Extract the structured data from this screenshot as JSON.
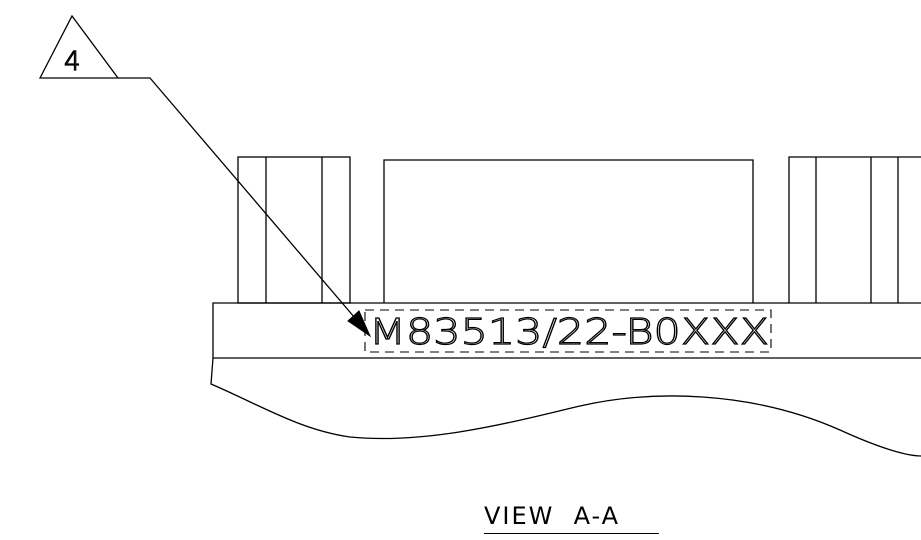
{
  "flag_note": {
    "number": "4"
  },
  "part_marking": {
    "text": "M83513/22-B0XXX"
  },
  "view_label": {
    "text": "VIEW  A-A"
  }
}
